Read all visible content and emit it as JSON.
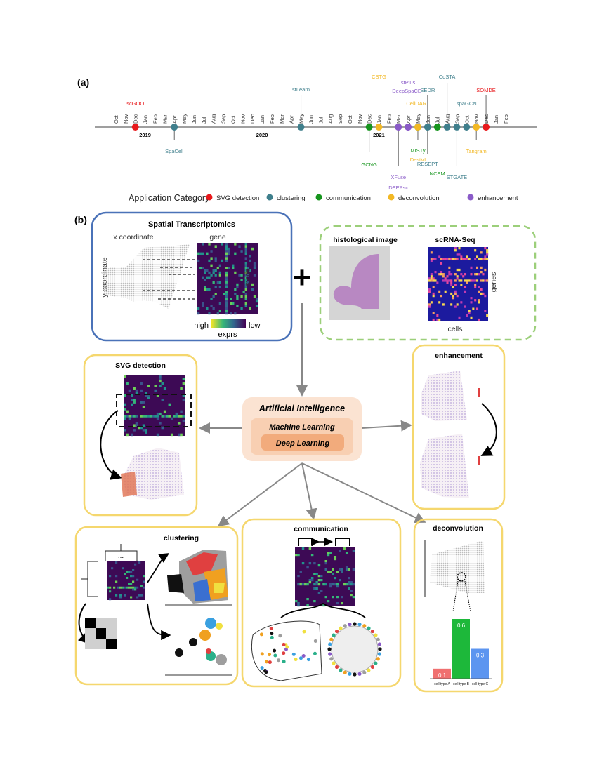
{
  "panel_a": {
    "label": "(a)",
    "months": [
      "Oct",
      "Nov",
      "Dec",
      "Jan",
      "Feb",
      "Mar",
      "Apr",
      "May",
      "Jun",
      "Jul",
      "Aug",
      "Sep",
      "Oct",
      "Nov",
      "Dec",
      "Jan",
      "Feb",
      "Mar",
      "Apr",
      "May",
      "Jun",
      "Jul",
      "Aug",
      "Sep",
      "Oct",
      "Nov",
      "Dec",
      "Jan",
      "Feb",
      "Mar",
      "Apr",
      "May",
      "Jun",
      "Jul",
      "Aug",
      "Sep",
      "Oct",
      "Nov",
      "Dec",
      "Jan",
      "Feb"
    ],
    "years": [
      "2019",
      "2020",
      "2021"
    ],
    "events": [
      {
        "name": "scGOO",
        "date": "2018-12",
        "category": "SVG detection"
      },
      {
        "name": "SpaCell",
        "date": "2019-04",
        "category": "clustering"
      },
      {
        "name": "stLearn",
        "date": "2020-05",
        "category": "clustering"
      },
      {
        "name": "GCNG",
        "date": "2020-12",
        "category": "communication"
      },
      {
        "name": "CSTG",
        "date": "2021-01",
        "category": "deconvolution"
      },
      {
        "name": "XFuse",
        "date": "2021-03",
        "category": "enhancement"
      },
      {
        "name": "DEEPsc",
        "date": "2021-03",
        "category": "enhancement"
      },
      {
        "name": "stPlus",
        "date": "2021-04",
        "category": "enhancement"
      },
      {
        "name": "DeepSpaCE",
        "date": "2021-04",
        "category": "enhancement"
      },
      {
        "name": "CellDART",
        "date": "2021-05",
        "category": "deconvolution"
      },
      {
        "name": "MISTy",
        "date": "2021-05",
        "category": "communication"
      },
      {
        "name": "DestVI",
        "date": "2021-05",
        "category": "deconvolution"
      },
      {
        "name": "SEDR",
        "date": "2021-06",
        "category": "clustering"
      },
      {
        "name": "RESEPT",
        "date": "2021-06",
        "category": "clustering"
      },
      {
        "name": "NCEM",
        "date": "2021-07",
        "category": "communication"
      },
      {
        "name": "CoSTA",
        "date": "2021-08",
        "category": "clustering"
      },
      {
        "name": "STGATE",
        "date": "2021-09",
        "category": "clustering"
      },
      {
        "name": "spaGCN",
        "date": "2021-10",
        "category": "clustering"
      },
      {
        "name": "Tangram",
        "date": "2021-11",
        "category": "deconvolution"
      },
      {
        "name": "SOMDE",
        "date": "2021-12",
        "category": "SVG detection"
      }
    ],
    "legend": {
      "title": "Application Category",
      "items": [
        {
          "label": "SVG detection",
          "color": "#e8191c"
        },
        {
          "label": "clustering",
          "color": "#3f7f8c"
        },
        {
          "label": "communication",
          "color": "#17951e"
        },
        {
          "label": "deconvolution",
          "color": "#f2b824"
        },
        {
          "label": "enhancement",
          "color": "#8a5bc8"
        }
      ]
    }
  },
  "panel_b": {
    "label": "(b)",
    "st": {
      "title": "Spatial Transcriptomics",
      "x_label": "x coordinate",
      "y_label": "y coordinate",
      "gene_label": "gene",
      "spots_label": "spots",
      "high": "high",
      "low": "low",
      "exprs": "exprs"
    },
    "plus": "+",
    "extra": {
      "histo_title": "histological image",
      "scrna_title": "scRNA-Seq",
      "genes_label": "genes",
      "cells_label": "cells"
    },
    "ai": {
      "title": "Artificial Intelligence",
      "ml": "Machine Learning",
      "dl": "Deep Learning"
    },
    "tasks": {
      "svg": "SVG detection",
      "enhancement": "enhancement",
      "clustering": "clustering",
      "communication": "communication",
      "deconvolution": "deconvolution"
    },
    "deconv_bars": [
      {
        "label": "cell type A",
        "value": 0.1,
        "text": "0.1",
        "color": "#f07070"
      },
      {
        "label": "cell type B",
        "value": 0.6,
        "text": "0.6",
        "color": "#1db83a"
      },
      {
        "label": "cell type C",
        "value": 0.3,
        "text": "0.3",
        "color": "#5c95f0"
      }
    ],
    "clustering_ellipsis": "...",
    "colors": {
      "st_border": "#4a72b8",
      "extra_border": "#9ccf7a",
      "task_border": "#f5d76e",
      "ai_outer": "#fbe3d2",
      "ai_mid": "#f8cfb2",
      "ai_inner": "#f2ab7c"
    }
  }
}
